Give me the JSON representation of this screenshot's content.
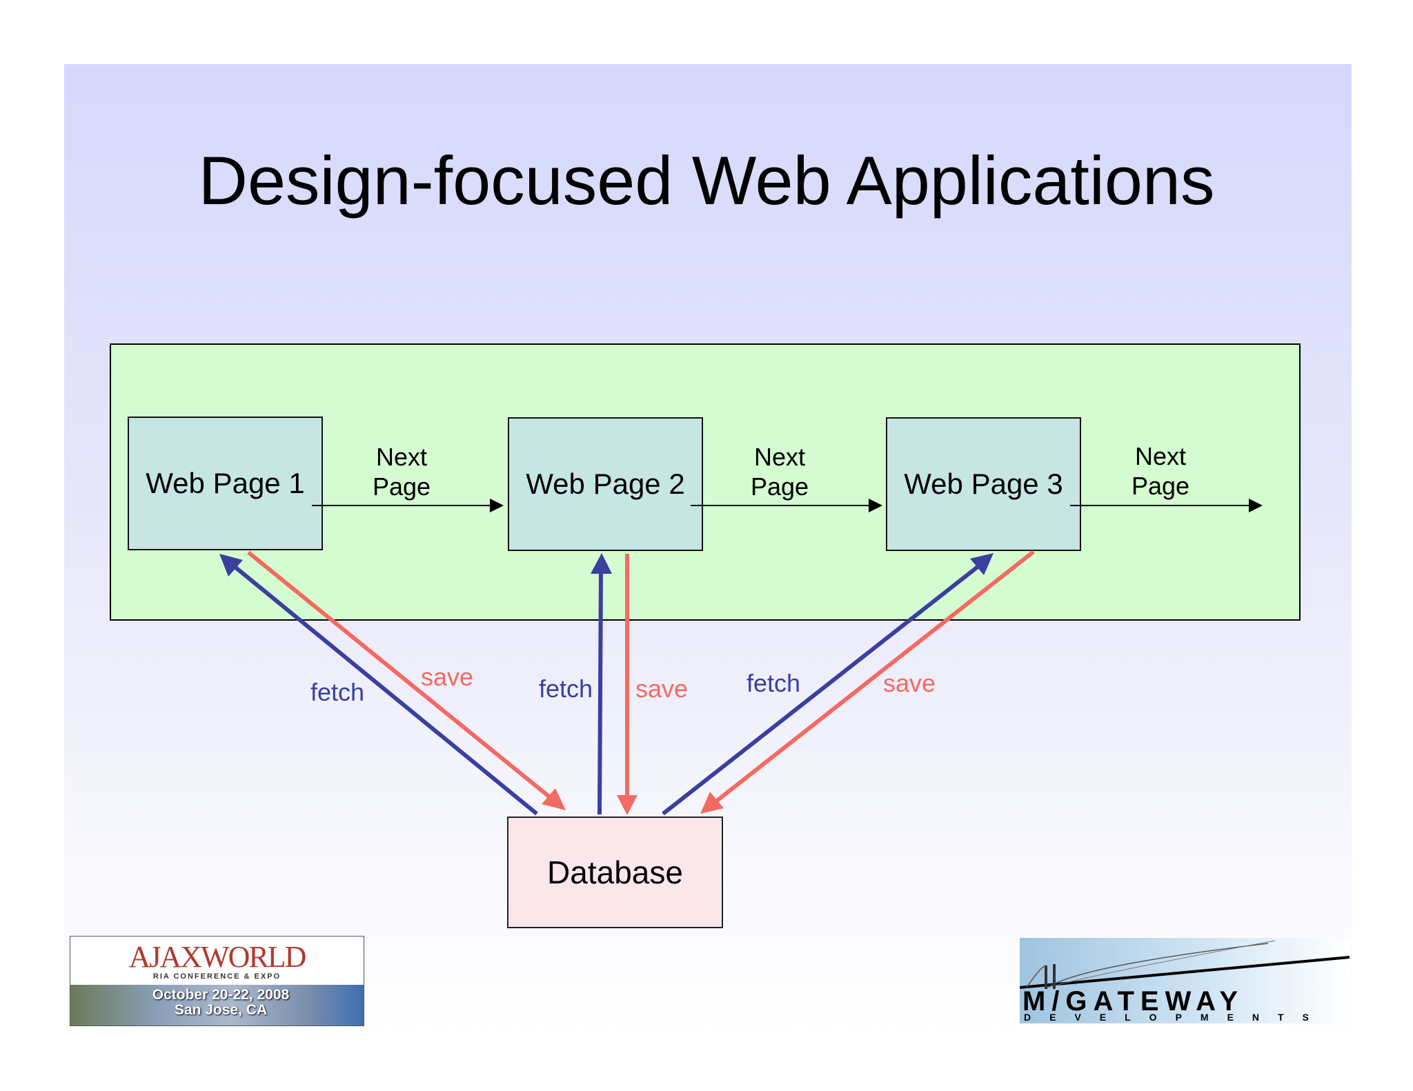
{
  "title": "Design-focused Web Applications",
  "pages": [
    {
      "label": "Web Page 1"
    },
    {
      "label": "Web Page 2"
    },
    {
      "label": "Web Page 3"
    }
  ],
  "next_label": "Next\nPage",
  "next_labels": [
    "Next",
    "Page"
  ],
  "database": "Database",
  "edges": {
    "fetch": "fetch",
    "save": "save"
  },
  "colors": {
    "fetch": "#3b3f9e",
    "save": "#f46a62",
    "panel": "#d4fcd0",
    "page_box": "#c6e6e4",
    "database_box": "#fbe6ec"
  },
  "logos": {
    "left": {
      "brand": "AJAXWORLD",
      "tagline": "RIA CONFERENCE & EXPO",
      "dates": "October 20-22, 2008",
      "location": "San Jose, CA"
    },
    "right": {
      "name": "M/GATEWAY",
      "sub": "DEVELOPMENTS"
    }
  }
}
